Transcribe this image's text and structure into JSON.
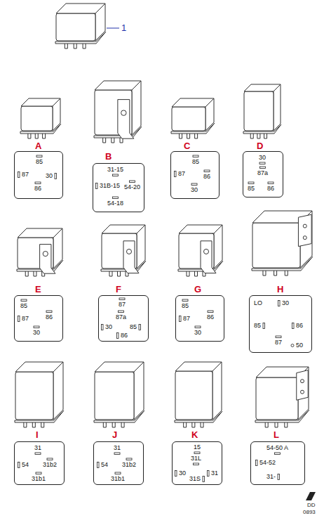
{
  "diagram": {
    "nodes": [
      {
        "text": [
          "85",
          "87",
          "30",
          "86"
        ]
      },
      {
        "text": [
          "31-15",
          "31B-15",
          "54-20",
          "54-18"
        ]
      },
      {
        "text": [
          "85",
          "87",
          "86",
          "30"
        ]
      },
      {
        "text": [
          "30",
          "87a",
          "85",
          "86"
        ]
      },
      {
        "text": [
          "85",
          "87",
          "86",
          "30"
        ]
      },
      {
        "text": [
          "87",
          "87a",
          "30",
          "85",
          "86"
        ]
      },
      {
        "text": [
          "85",
          "87",
          "86",
          "30"
        ]
      },
      {
        "text": [
          "LO",
          "30",
          "85",
          "86",
          "87",
          "50"
        ]
      },
      {
        "text": [
          "31",
          "54",
          "31b2",
          "31b1"
        ]
      },
      {
        "text": [
          "31",
          "54",
          "31b2",
          "31b1"
        ]
      },
      {
        "text": [
          "15",
          "31L",
          "30",
          "31",
          "31S"
        ]
      },
      {
        "text": [
          "54-50 A",
          "54-52",
          "31-"
        ]
      }
    ],
    "labels": [
      "1",
      "A",
      "B",
      "C",
      "D",
      "E",
      "F",
      "G",
      "H",
      "I",
      "J",
      "K",
      "L",
      "DD",
      "0893"
    ]
  }
}
